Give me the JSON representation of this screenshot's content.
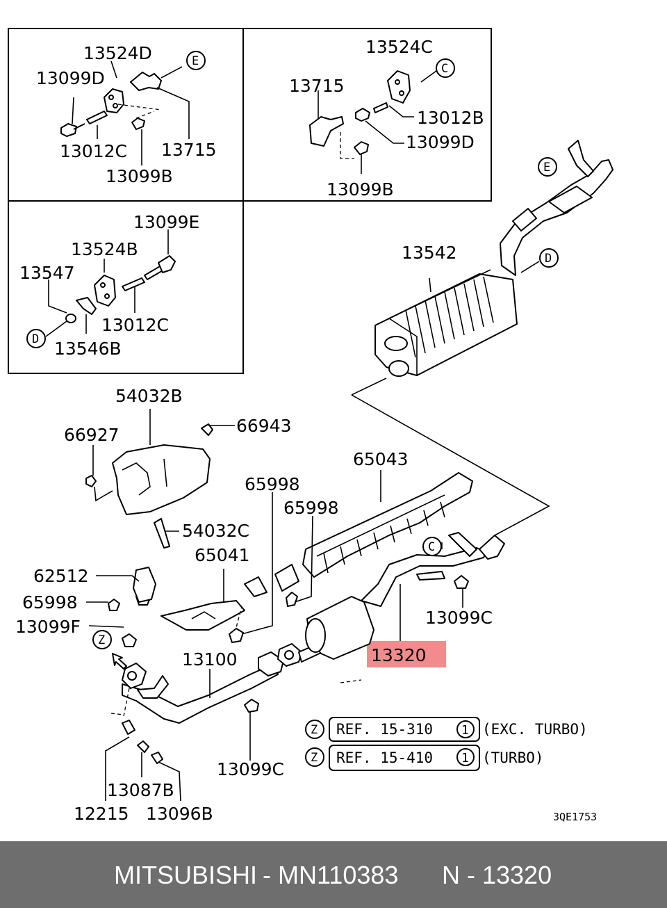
{
  "labels": {
    "p13524D": "13524D",
    "p13099D_a": "13099D",
    "p13012C_a": "13012C",
    "p13099B_a": "13099B",
    "p13715_a": "13715",
    "p13524C": "13524C",
    "p13715_b": "13715",
    "p13012B": "13012B",
    "p13099D_b": "13099D",
    "p13099B_b": "13099B",
    "p13099E": "13099E",
    "p13524B": "13524B",
    "p13547": "13547",
    "p13012C_b": "13012C",
    "p13546B": "13546B",
    "p13542": "13542",
    "p54032B": "54032B",
    "p66927": "66927",
    "p66943": "66943",
    "p65043": "65043",
    "p65998_a": "65998",
    "p65998_b": "65998",
    "p54032C": "54032C",
    "p65041": "65041",
    "p62512": "62512",
    "p65998_c": "65998",
    "p13099F": "13099F",
    "p13100": "13100",
    "p13099C_a": "13099C",
    "p13320": "13320",
    "p13099C_b": "13099C",
    "p13087B": "13087B",
    "p12215": "12215",
    "p13096B": "13096B"
  },
  "callouts": {
    "E1": "E",
    "C1": "C",
    "D1": "D",
    "E2": "E",
    "D2": "D",
    "C2": "C",
    "Z1": "Z",
    "Z2": "Z",
    "Z3": "Z"
  },
  "refs": [
    {
      "letter": "Z",
      "text": "REF. 15-310",
      "num": "1",
      "note": "(EXC. TURBO)"
    },
    {
      "letter": "Z",
      "text": "REF. 15-410",
      "num": "1",
      "note": "(TURBO)"
    }
  ],
  "diagram_code": "3QE1753",
  "highlight_color": "#f28b8b",
  "footer": {
    "brand": "MITSUBISHI",
    "sep1": "-",
    "part_number": "MN110383",
    "position": "N - 13320"
  },
  "icons": [
    "arrow-up-left-icon"
  ]
}
